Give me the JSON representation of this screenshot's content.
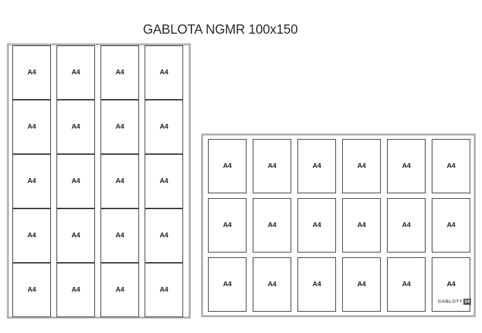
{
  "title": "GABLOTA NGMR 100x150",
  "cell_label": "A4",
  "boards": [
    {
      "id": "portrait",
      "cols": 4,
      "rows": 5
    },
    {
      "id": "landscape",
      "cols": 6,
      "rows": 3
    }
  ],
  "logo": {
    "text": "GABLOTY",
    "number": "24"
  },
  "colors": {
    "frame": "#b3b3b3",
    "cell_border": "#3a3a3a",
    "text": "#1e1e1e"
  }
}
